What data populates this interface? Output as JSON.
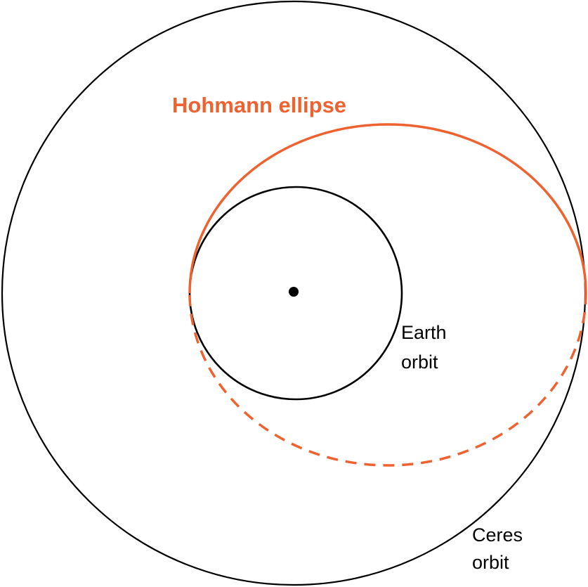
{
  "labels": {
    "hohmann_title": "Hohmann ellipse",
    "earth_orbit_line1": "Earth",
    "earth_orbit_line2": "orbit",
    "ceres_orbit_line1": "Ceres",
    "ceres_orbit_line2": "orbit"
  },
  "colors": {
    "orbit_line": "#000000",
    "hohmann": "#ee6230",
    "sun": "#000000"
  }
}
